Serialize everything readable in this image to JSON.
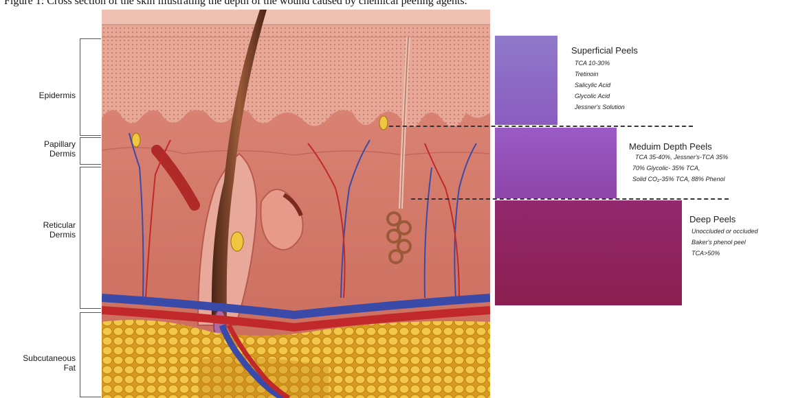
{
  "caption": "Figure 1: Cross section of the skin illustrating the depth of the wound caused by chemical peeling agents.",
  "layers": [
    {
      "name": "Epidermis"
    },
    {
      "name_line1": "Papillary",
      "name_line2": "Dermis"
    },
    {
      "name_line1": "Reticular",
      "name_line2": "Dermis"
    },
    {
      "name_line1": "Subcutaneous",
      "name_line2": "Fat"
    }
  ],
  "peels": [
    {
      "title": "Superficial Peels",
      "color_top": "#8f79c9",
      "color_bottom": "#8a5cc0",
      "items": [
        "TCA 10-30%",
        "Tretinoin",
        "Salicylic Acid",
        "Glycolic Acid",
        "Jessner's Solution"
      ]
    },
    {
      "title": "Meduim Depth Peels",
      "color_top": "#9a5bc6",
      "color_bottom": "#8d45a8",
      "items": [
        "TCA 35-40%, Jessner's-TCA 35%",
        "70% Glycolic- 35% TCA,",
        "Solid CO₂-35% TCA, 88% Phenol"
      ]
    },
    {
      "title": "Deep Peels",
      "color_top": "#93286f",
      "color_bottom": "#8a1f4f",
      "items": [
        "Unoccluded or occluded",
        "Baker's phenol peel",
        "TCA>50%"
      ]
    }
  ],
  "colors": {
    "epidermis": "#e6a191",
    "dermis": "#d9786c",
    "fat": "#e9b42f",
    "artery": "#c0282a",
    "vein": "#3a4aa8",
    "hair": "#6b3a24"
  }
}
